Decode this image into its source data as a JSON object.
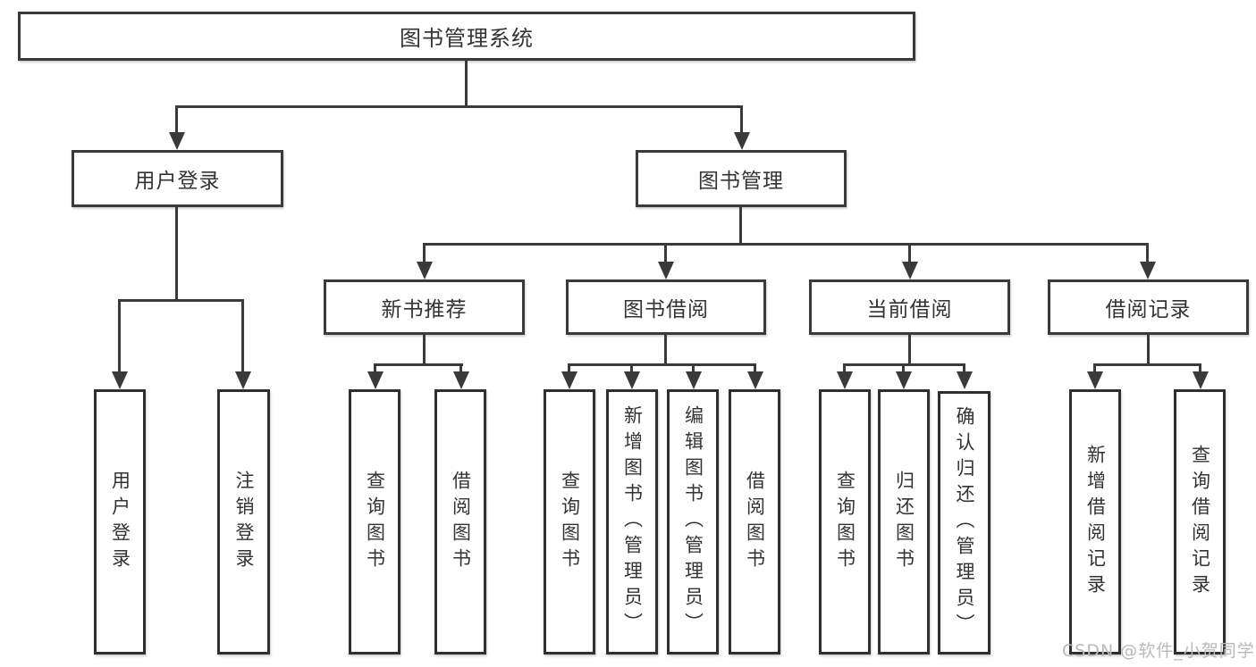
{
  "tree": {
    "root": {
      "label": "图书管理系统"
    },
    "branches": [
      {
        "label": "用户登录",
        "children": [
          {
            "label": "用户登录"
          },
          {
            "label": "注销登录"
          }
        ]
      },
      {
        "label": "图书管理",
        "groups": [
          {
            "label": "新书推荐",
            "children": [
              {
                "label": "查询图书"
              },
              {
                "label": "借阅图书"
              }
            ]
          },
          {
            "label": "图书借阅",
            "children": [
              {
                "label": "查询图书"
              },
              {
                "label": "新增图书（管理员）"
              },
              {
                "label": "编辑图书（管理员）"
              },
              {
                "label": "借阅图书"
              }
            ]
          },
          {
            "label": "当前借阅",
            "children": [
              {
                "label": "查询图书"
              },
              {
                "label": "归还图书"
              },
              {
                "label": "确认归还（管理员）"
              }
            ]
          },
          {
            "label": "借阅记录",
            "children": [
              {
                "label": "新增借阅记录"
              },
              {
                "label": "查询借阅记录"
              }
            ]
          }
        ]
      }
    ]
  },
  "watermark": {
    "text": "CSDN @软件_小贺同学"
  },
  "colors": {
    "line": "#3a3a3a",
    "text": "#333333",
    "watermark": "#b9b9b9",
    "background": "#ffffff"
  }
}
